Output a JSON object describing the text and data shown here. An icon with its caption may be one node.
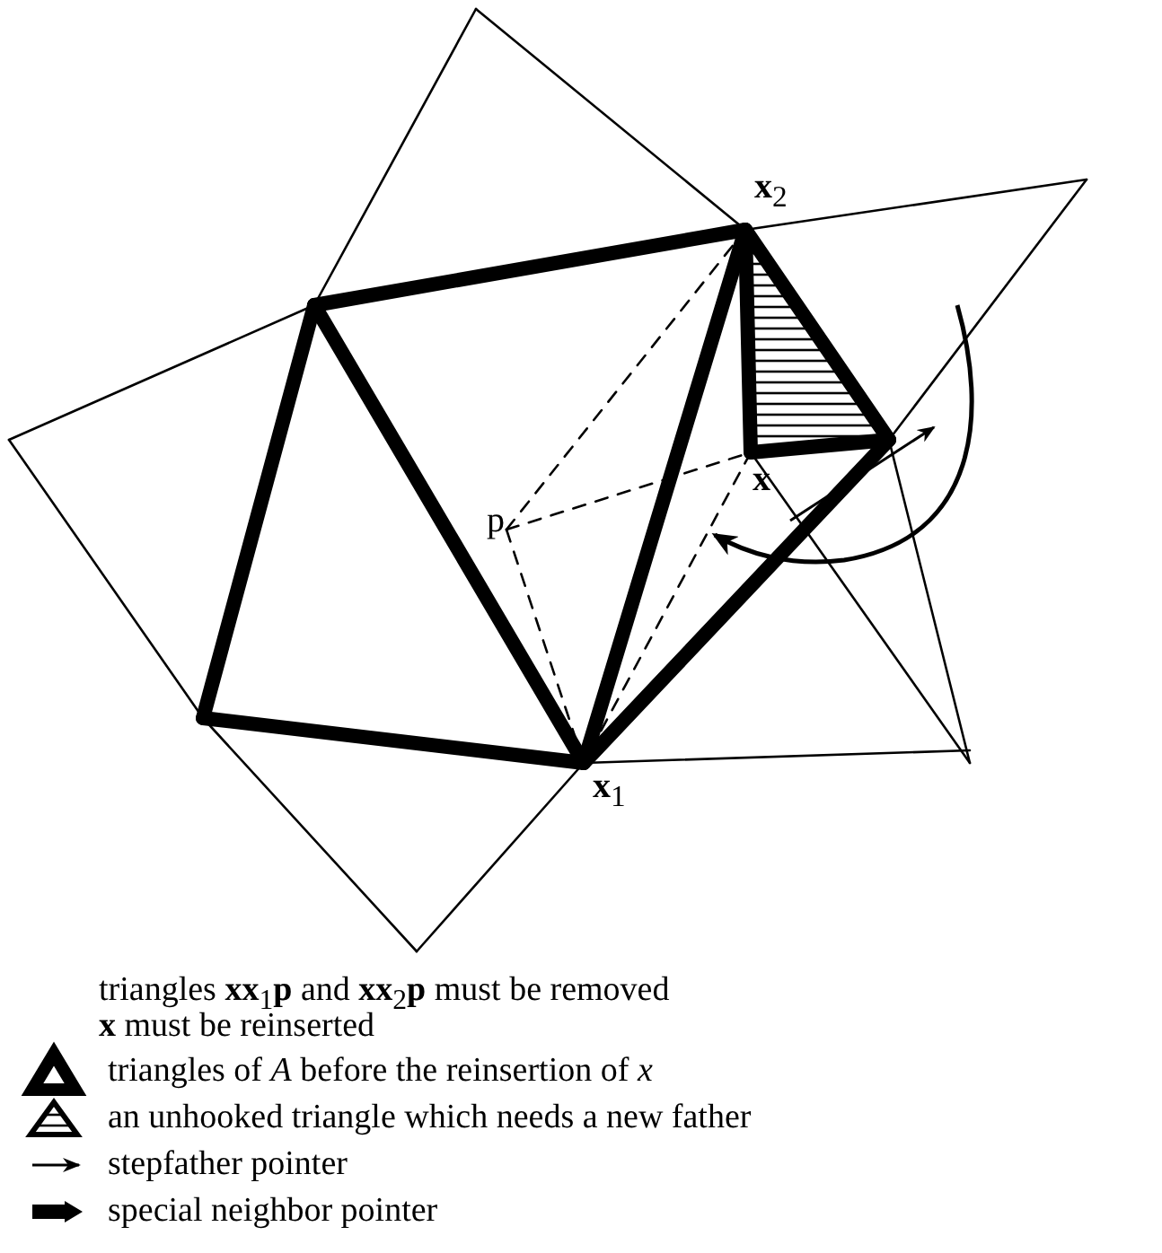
{
  "diagram": {
    "labels": [
      "**x**$_{2}$",
      "**x**",
      "p",
      "**x**$_{1}$",
      "triangles **xx**$_{1}$**p** and **xx**$_{2}$**p** must be removed",
      "**x** must be reinserted"
    ],
    "legend": [
      {
        "text": "triangles of *A* before the reinsertion of *x*"
      },
      {
        "text": "an unhooked triangle which needs a new father"
      },
      {
        "text": "stepfather pointer"
      },
      {
        "text": "special neighbor pointer"
      }
    ]
  }
}
